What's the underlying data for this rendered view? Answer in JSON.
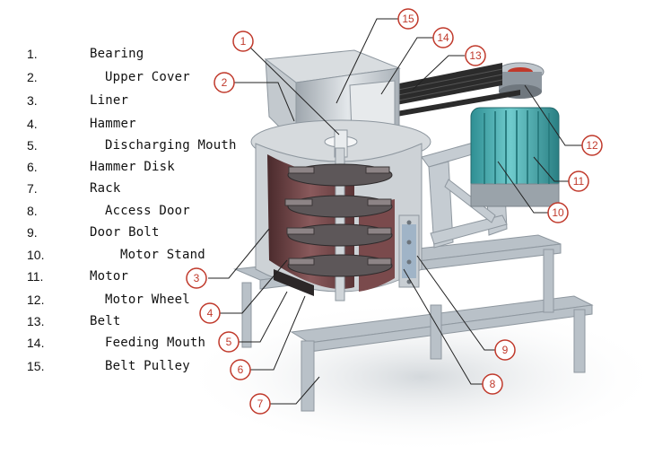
{
  "legend": [
    {
      "num": "1.",
      "label": "Bearing"
    },
    {
      "num": "2.",
      "label": "Upper Cover"
    },
    {
      "num": "3.",
      "label": "Liner"
    },
    {
      "num": "4.",
      "label": "Hammer"
    },
    {
      "num": "5.",
      "label": "Discharging Mouth"
    },
    {
      "num": "6.",
      "label": "Hammer Disk"
    },
    {
      "num": "7.",
      "label": "Rack"
    },
    {
      "num": "8.",
      "label": "Access Door"
    },
    {
      "num": "9.",
      "label": "Door Bolt"
    },
    {
      "num": "10.",
      "label": "Motor Stand"
    },
    {
      "num": "11.",
      "label": "Motor"
    },
    {
      "num": "12.",
      "label": "Motor Wheel"
    },
    {
      "num": "13.",
      "label": "Belt"
    },
    {
      "num": "14.",
      "label": "Feeding Mouth"
    },
    {
      "num": "15.",
      "label": "Belt Pulley"
    }
  ],
  "callouts": [
    "1",
    "2",
    "3",
    "4",
    "5",
    "6",
    "7",
    "8",
    "9",
    "10",
    "11",
    "12",
    "13",
    "14",
    "15"
  ],
  "colors": {
    "callout": "#c0392b",
    "frame": "#b9c1c8",
    "motor": "#3fa9ad",
    "liner": "#6d3d3d",
    "belt": "#2b2b2b"
  }
}
